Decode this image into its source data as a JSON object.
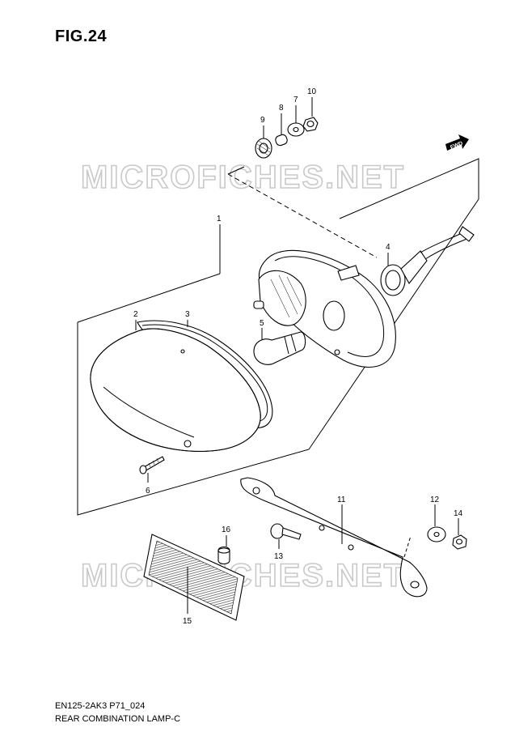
{
  "figure": {
    "title": "FIG.24"
  },
  "watermark": {
    "text": "MICROFICHES.NET"
  },
  "direction_marker": {
    "text": "FWD"
  },
  "callouts": [
    "1",
    "2",
    "3",
    "4",
    "5",
    "6",
    "7",
    "8",
    "9",
    "10",
    "11",
    "12",
    "13",
    "14",
    "15",
    "16"
  ],
  "footer": {
    "model_code": "EN125-2AK3 P71_024",
    "diagram_name": "REAR COMBINATION LAMP-C"
  }
}
